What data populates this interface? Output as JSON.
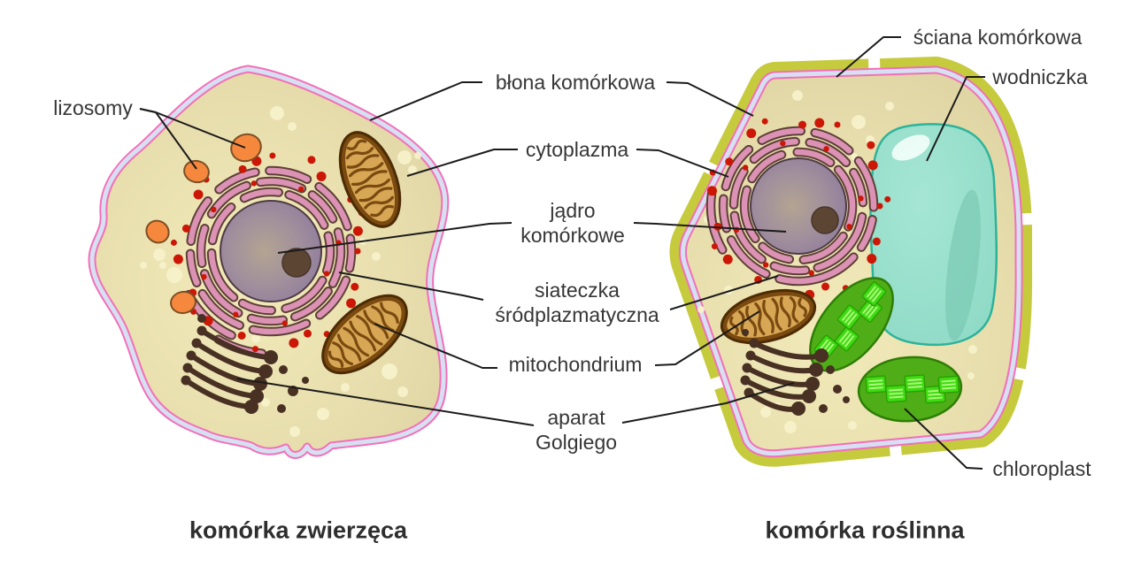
{
  "labels": {
    "lysosomes": "lizosomy",
    "cell_membrane": "błona komórkowa",
    "cytoplasm": "cytoplazma",
    "nucleus_line1": "jądro",
    "nucleus_line2": "komórkowe",
    "er_line1": "siateczka",
    "er_line2": "śródplazmatyczna",
    "mitochondrion": "mitochondrium",
    "golgi_line1": "aparat",
    "golgi_line2": "Golgiego",
    "cell_wall": "ściana komórkowa",
    "vacuole": "wodniczka",
    "chloroplast": "chloroplast"
  },
  "captions": {
    "animal_cell": "komórka zwierzęca",
    "plant_cell": "komórka roślinna"
  },
  "colors": {
    "background": "#ffffff",
    "label_text": "#363636",
    "membrane_pink": "#f36fb9",
    "membrane_gap_blue": "#d6e0f2",
    "cell_wall_olive": "#c6ca3d",
    "cytoplasm_beige": "#e8dfae",
    "nucleus_purple": "#8d7aa1",
    "nucleolus_brown": "#5d4533",
    "er_pink": "#dc92b4",
    "ribosome_red": "#cc1706",
    "mitochondrion_brown": "#7a4a10",
    "mitochondrion_inner_tan": "#d8a755",
    "golgi_brown": "#483023",
    "lysosome_orange": "#f6883e",
    "chloroplast_green": "#4fae17",
    "grana_bright_green": "#3fdb12",
    "vacuole_teal": "#93dcc8"
  }
}
